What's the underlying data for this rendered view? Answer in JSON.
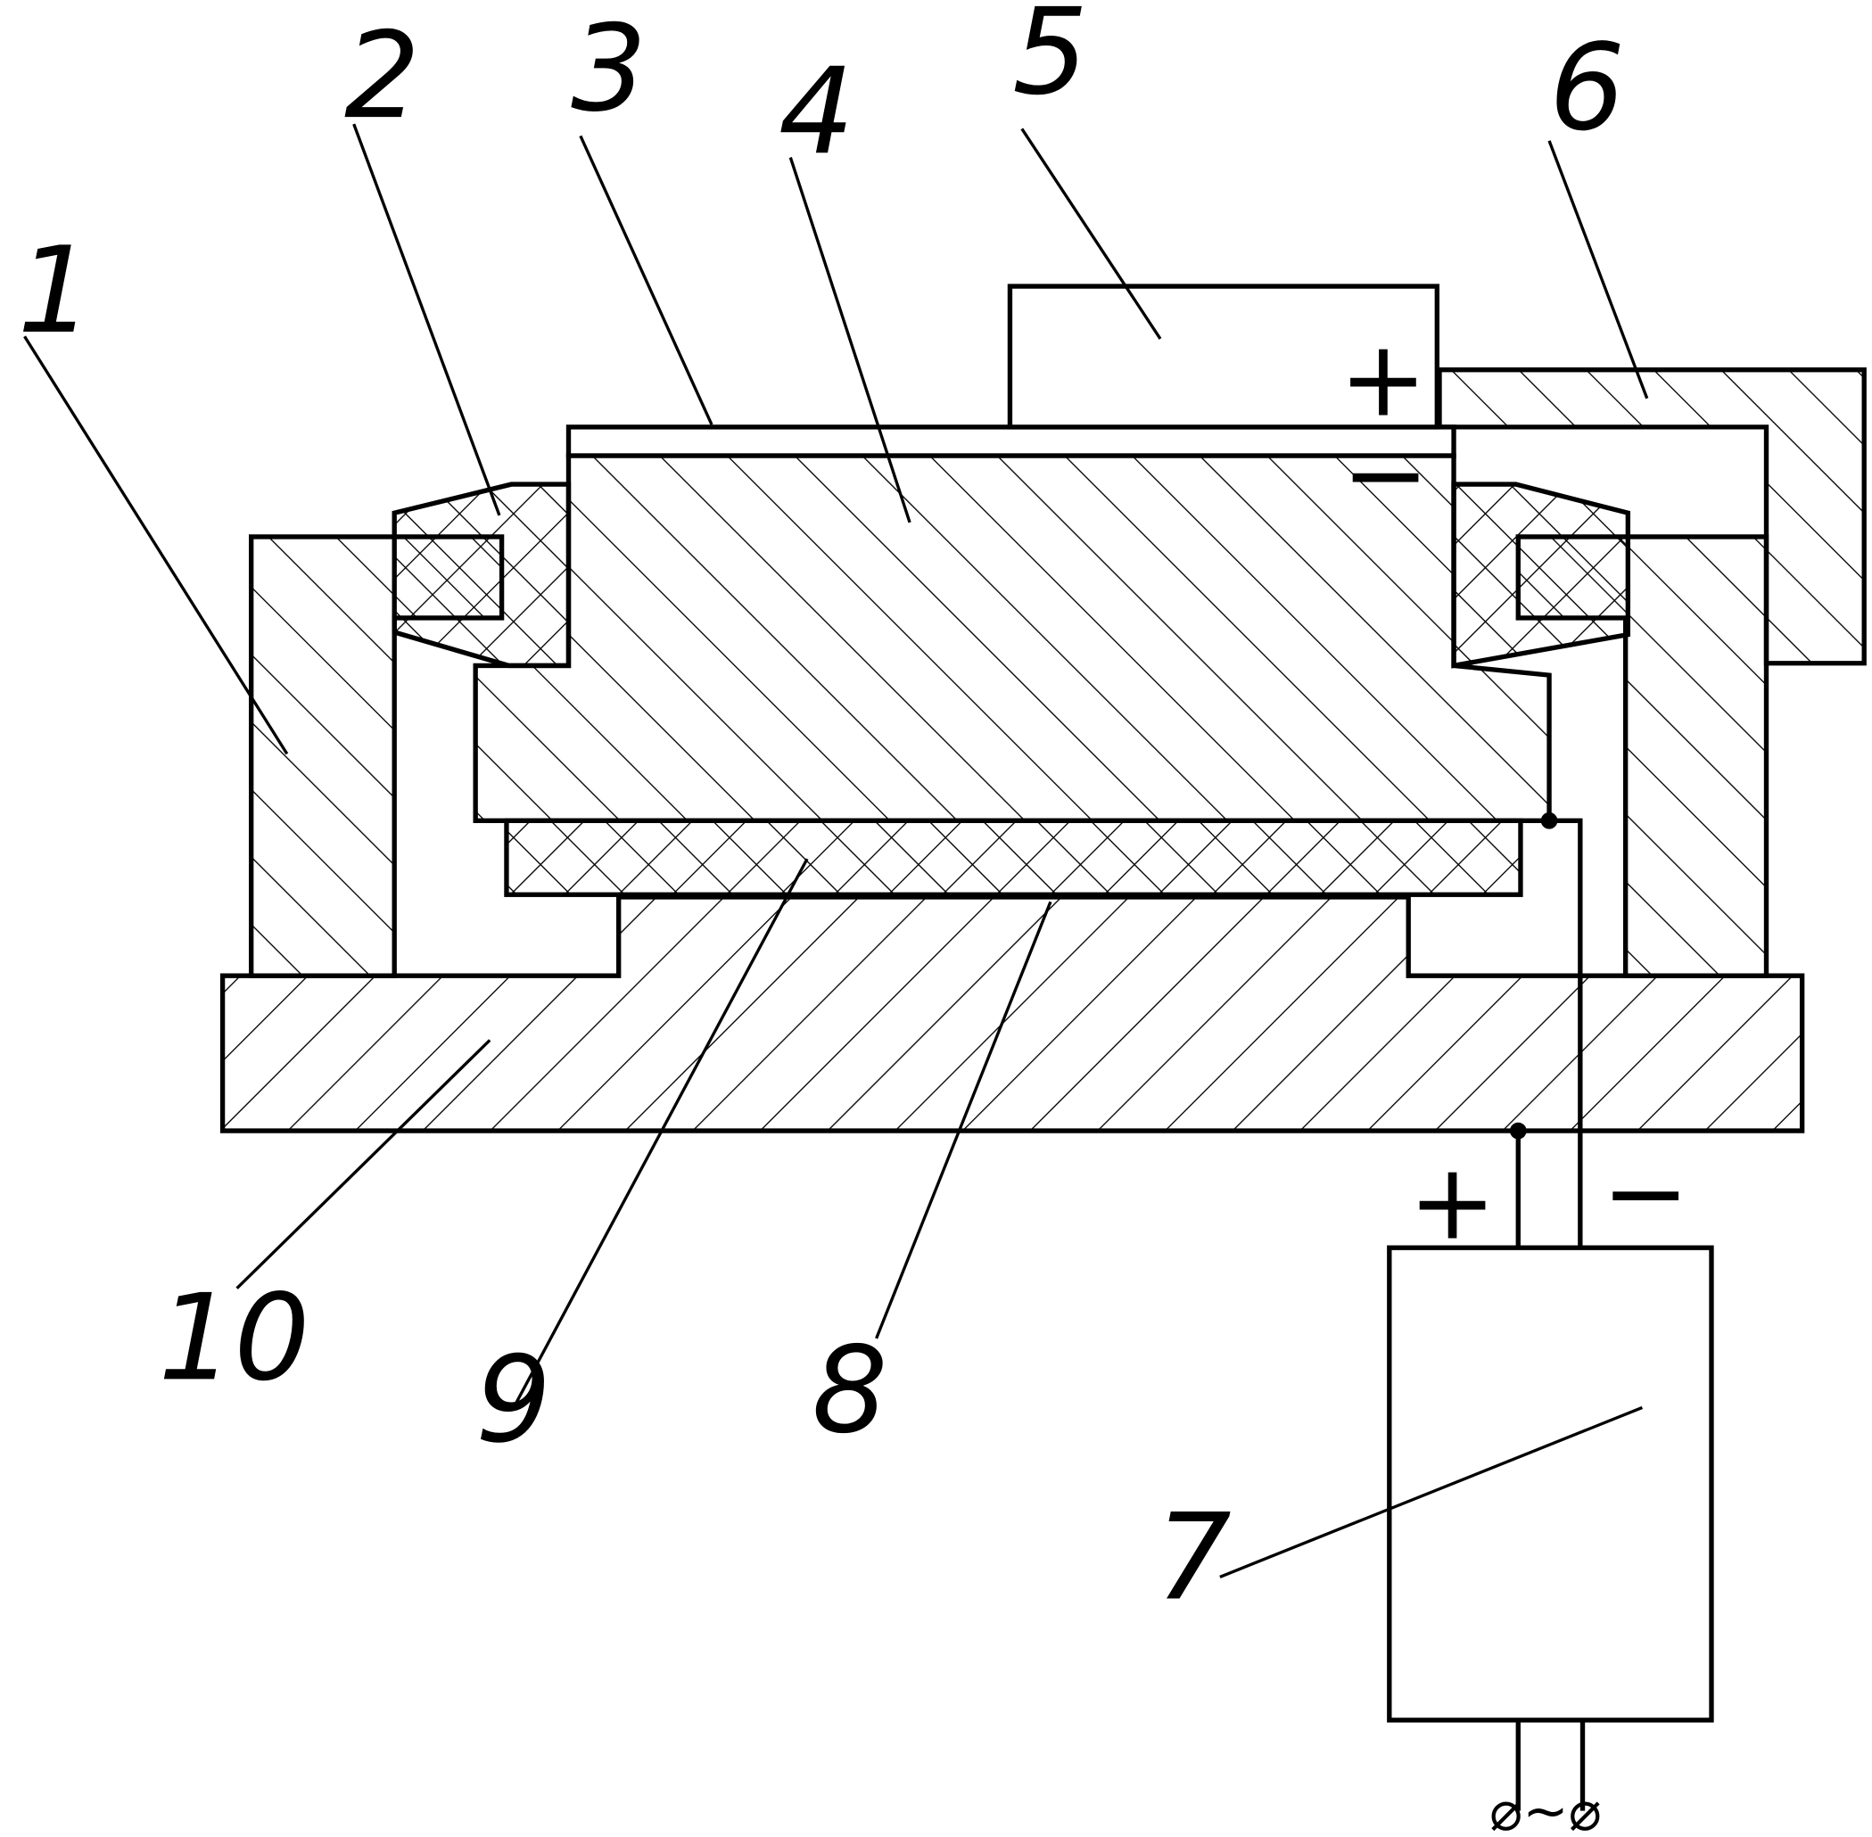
{
  "figure": {
    "part_labels": [
      "1",
      "2",
      "3",
      "4",
      "5",
      "6",
      "7",
      "8",
      "9",
      "10"
    ],
    "polarity": {
      "plus_part5": "+",
      "minus_part4": "−",
      "plus_source": "+",
      "minus_source": "−"
    },
    "ac_terminals": "⌀~⌀"
  }
}
